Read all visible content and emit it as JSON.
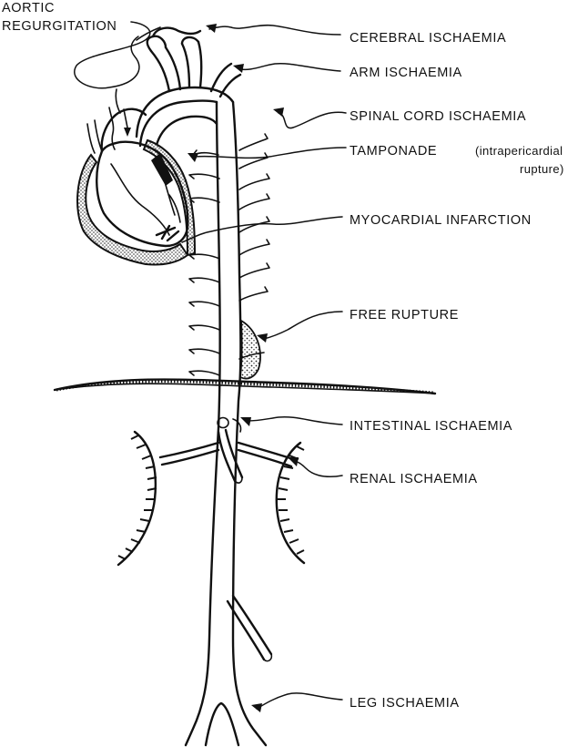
{
  "labels": {
    "aortic_regurgitation_1": "AORTIC",
    "aortic_regurgitation_2": "REGURGITATION",
    "cerebral": "CEREBRAL ISCHAEMIA",
    "arm": "ARM ISCHAEMIA",
    "spinal": "SPINAL CORD ISCHAEMIA",
    "tamponade": "TAMPONADE",
    "tamponade_note_1": "(intrapericardial",
    "tamponade_note_2": "rupture)",
    "myocardial": "MYOCARDIAL INFARCTION",
    "free_rupture": "FREE RUPTURE",
    "intestinal": "INTESTINAL ISCHAEMIA",
    "renal": "RENAL ISCHAEMIA",
    "leg": "LEG ISCHAEMIA"
  }
}
